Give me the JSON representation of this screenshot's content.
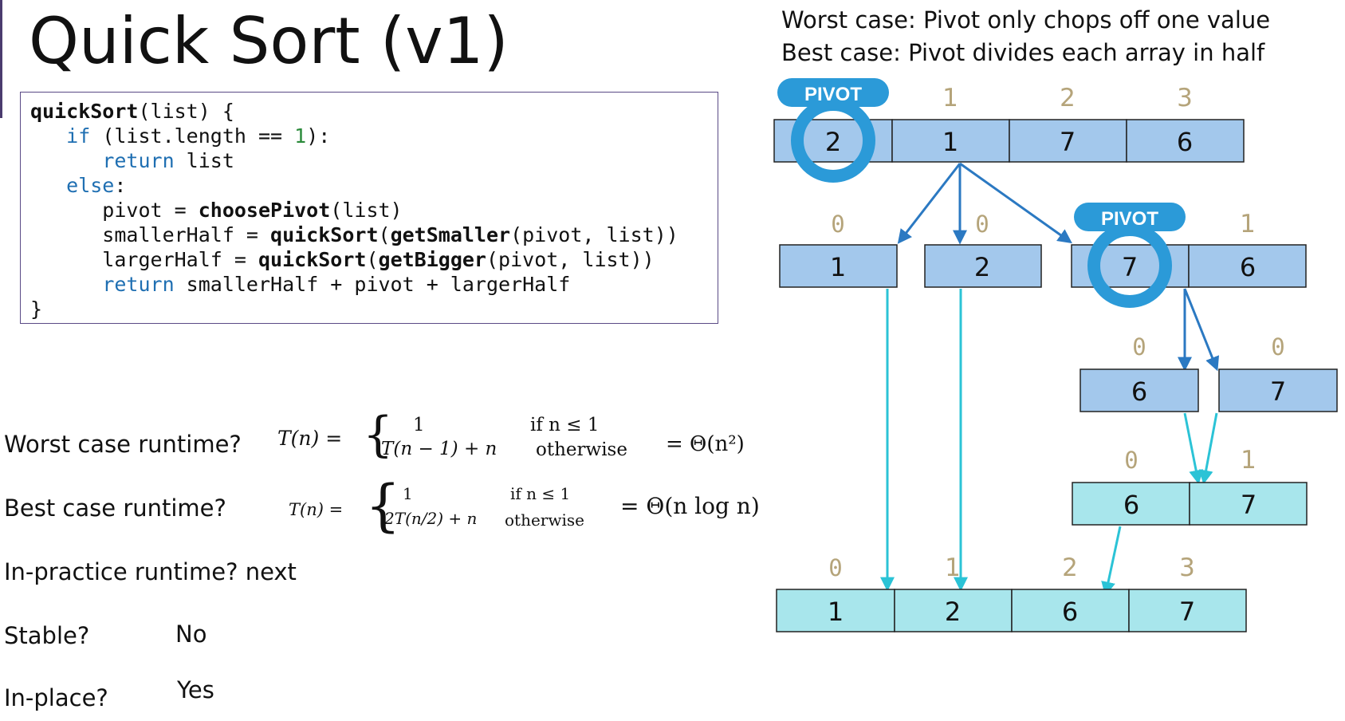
{
  "title": "Quick Sort (v1)",
  "code": [
    [
      [
        "fn",
        "quickSort"
      ],
      [
        "t",
        "(list) {"
      ]
    ],
    [
      [
        "t",
        "   "
      ],
      [
        "kw",
        "if"
      ],
      [
        "t",
        " (list.length == "
      ],
      [
        "num",
        "1"
      ],
      [
        "t",
        "):"
      ]
    ],
    [
      [
        "t",
        "      "
      ],
      [
        "kw",
        "return"
      ],
      [
        "t",
        " list"
      ]
    ],
    [
      [
        "t",
        "   "
      ],
      [
        "kw",
        "else"
      ],
      [
        "t",
        ":"
      ]
    ],
    [
      [
        "t",
        "      pivot = "
      ],
      [
        "fn",
        "choosePivot"
      ],
      [
        "t",
        "(list)"
      ]
    ],
    [
      [
        "t",
        "      smallerHalf = "
      ],
      [
        "fn",
        "quickSort"
      ],
      [
        "t",
        "("
      ],
      [
        "fn",
        "getSmaller"
      ],
      [
        "t",
        "(pivot, list))"
      ]
    ],
    [
      [
        "t",
        "      largerHalf = "
      ],
      [
        "fn",
        "quickSort"
      ],
      [
        "t",
        "("
      ],
      [
        "fn",
        "getBigger"
      ],
      [
        "t",
        "(pivot, list))"
      ]
    ],
    [
      [
        "t",
        "      "
      ],
      [
        "kw",
        "return"
      ],
      [
        "t",
        " smallerHalf + pivot + largerHalf"
      ]
    ],
    [
      [
        "t",
        "}"
      ]
    ]
  ],
  "cases": {
    "worst": "Worst case: Pivot only chops off one value",
    "best": "Best case: Pivot divides each array in half"
  },
  "questions": {
    "worst": "Worst case runtime?",
    "best": "Best case runtime?",
    "practice": "In-practice runtime? next",
    "stable": "Stable?",
    "inplace": "In-place?"
  },
  "answers": {
    "stable": "No",
    "inplace": "Yes"
  },
  "math": {
    "worst": {
      "lhs": "T(n) =",
      "case1_val": "1",
      "case1_cond": "if n ≤ 1",
      "case2_val": "T(n − 1) + n",
      "case2_cond": "otherwise",
      "result": "= Θ(n²)"
    },
    "best": {
      "lhs": "T(n) =",
      "case1_val": "1",
      "case1_cond": "if n ≤ 1",
      "case2_val": "2T(n/2) + n",
      "case2_cond": "otherwise",
      "result": "= Θ(n log n)"
    }
  },
  "colors": {
    "blue_cell": "#a3c8ec",
    "cyan_cell": "#a8e6ec",
    "pivot_ring": "#2b9ad8",
    "index": "#b5a47a",
    "arrow_blue": "#2b79c2",
    "arrow_cyan": "#2bc3d6"
  },
  "diagram": {
    "pivot_label": "PIVOT",
    "row0": {
      "indices": [
        "1",
        "2",
        "3"
      ],
      "values": [
        "2",
        "1",
        "7",
        "6"
      ]
    },
    "row1": {
      "left": {
        "index": "0",
        "value": "1"
      },
      "mid": {
        "index": "0",
        "value": "2"
      },
      "right": {
        "indices": [
          "1"
        ],
        "values": [
          "7",
          "6"
        ]
      }
    },
    "row2": {
      "left": {
        "index": "0",
        "value": "6"
      },
      "right": {
        "index": "0",
        "value": "7"
      }
    },
    "row3": {
      "indices": [
        "0",
        "1"
      ],
      "values": [
        "6",
        "7"
      ]
    },
    "row4": {
      "indices": [
        "0",
        "1",
        "2",
        "3"
      ],
      "values": [
        "1",
        "2",
        "6",
        "7"
      ]
    }
  }
}
